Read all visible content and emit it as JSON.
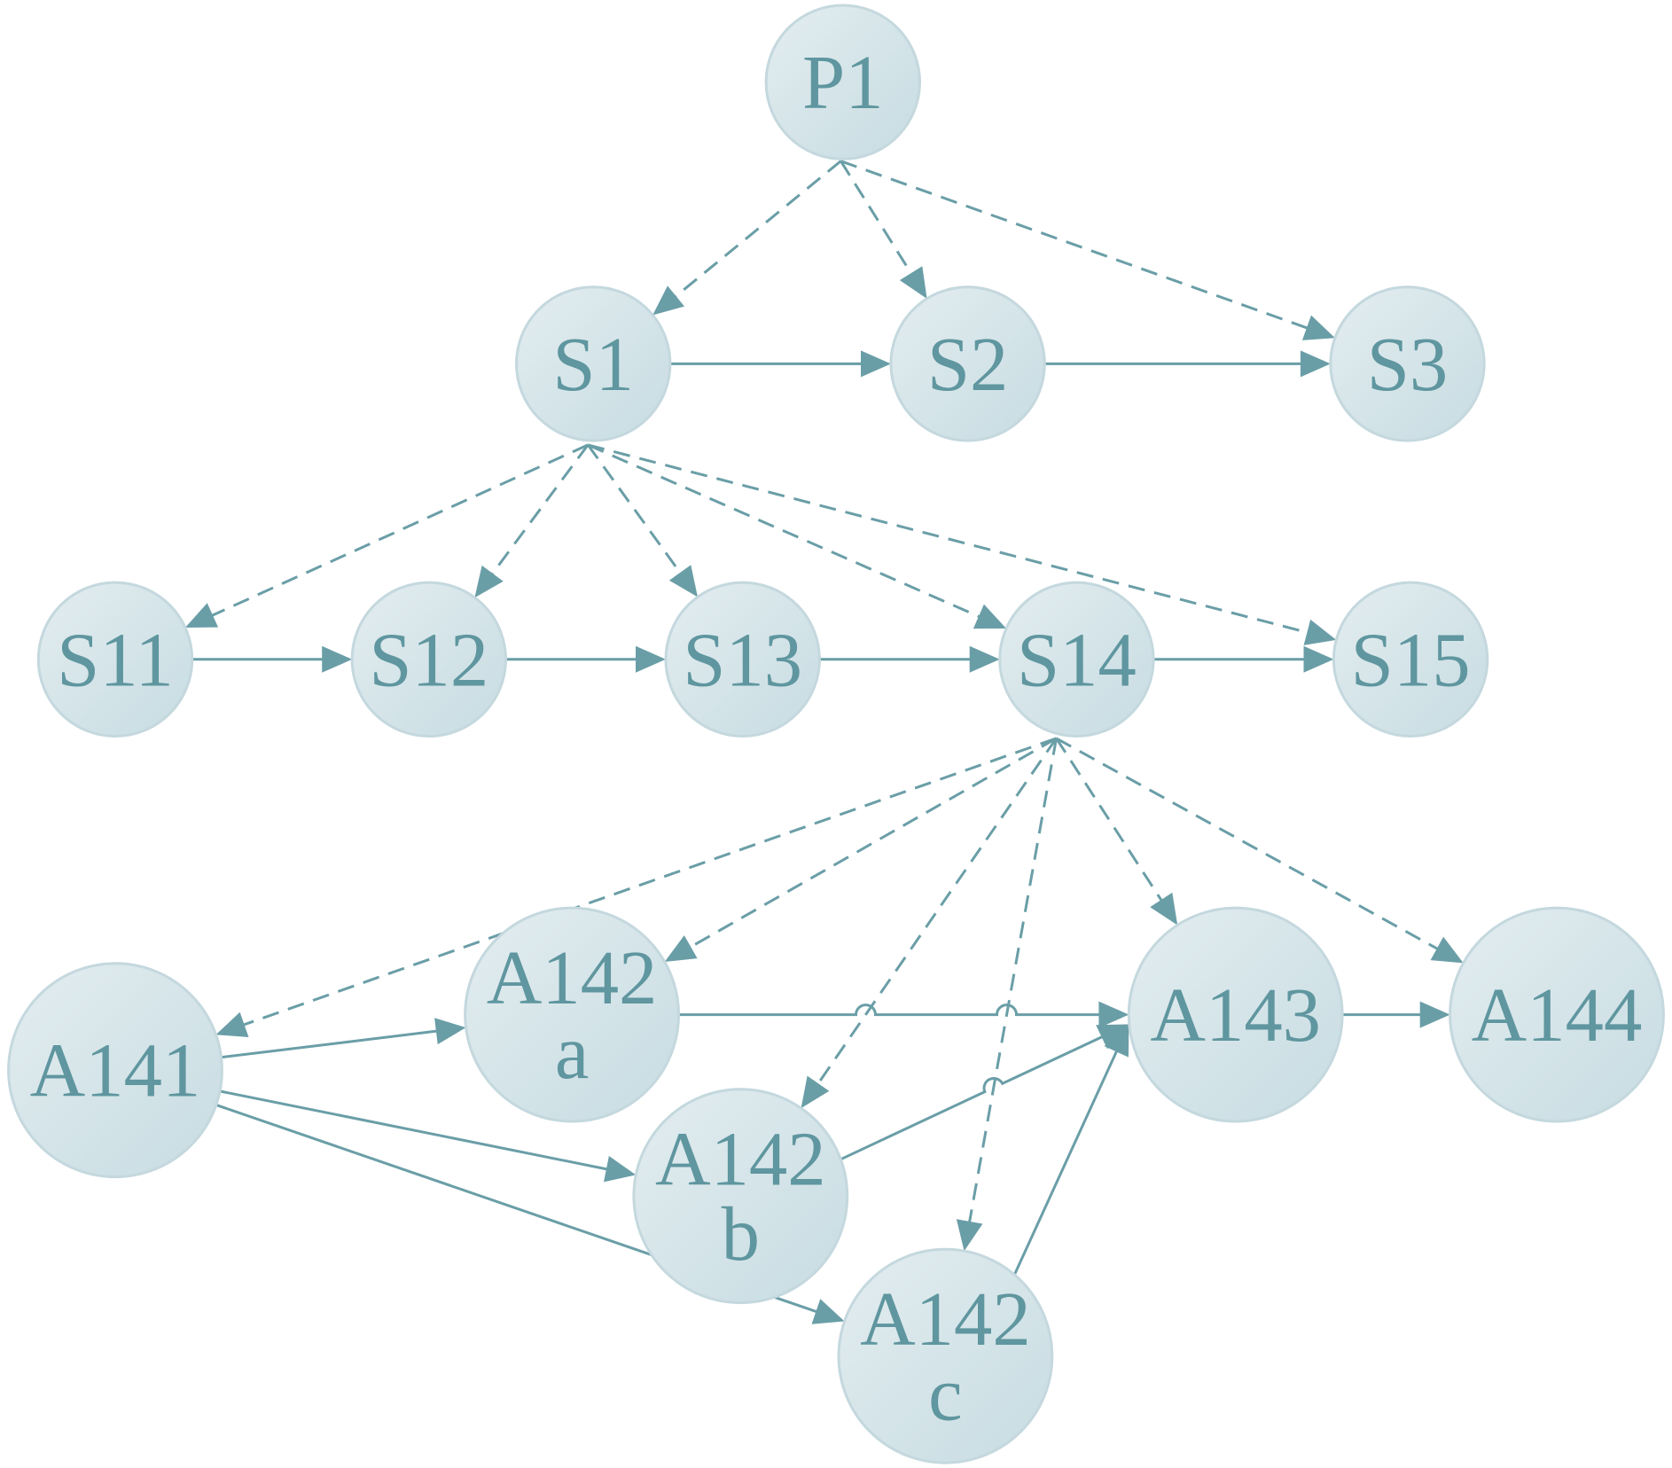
{
  "nodes": [
    {
      "id": "P1",
      "lines": [
        "P1"
      ]
    },
    {
      "id": "S1",
      "lines": [
        "S1"
      ]
    },
    {
      "id": "S2",
      "lines": [
        "S2"
      ]
    },
    {
      "id": "S3",
      "lines": [
        "S3"
      ]
    },
    {
      "id": "S11",
      "lines": [
        "S11"
      ]
    },
    {
      "id": "S12",
      "lines": [
        "S12"
      ]
    },
    {
      "id": "S13",
      "lines": [
        "S13"
      ]
    },
    {
      "id": "S14",
      "lines": [
        "S14"
      ]
    },
    {
      "id": "S15",
      "lines": [
        "S15"
      ]
    },
    {
      "id": "A141",
      "lines": [
        "A141"
      ]
    },
    {
      "id": "A142a",
      "lines": [
        "A142",
        "a"
      ]
    },
    {
      "id": "A142b",
      "lines": [
        "A142",
        "b"
      ]
    },
    {
      "id": "A142c",
      "lines": [
        "A142",
        "c"
      ]
    },
    {
      "id": "A143",
      "lines": [
        "A143"
      ]
    },
    {
      "id": "A144",
      "lines": [
        "A144"
      ]
    }
  ],
  "edges": [
    {
      "from": "P1",
      "to": "S1",
      "style": "dashed"
    },
    {
      "from": "P1",
      "to": "S2",
      "style": "dashed"
    },
    {
      "from": "P1",
      "to": "S3",
      "style": "dashed"
    },
    {
      "from": "S1",
      "to": "S2",
      "style": "solid"
    },
    {
      "from": "S2",
      "to": "S3",
      "style": "solid"
    },
    {
      "from": "S1",
      "to": "S11",
      "style": "dashed"
    },
    {
      "from": "S1",
      "to": "S12",
      "style": "dashed"
    },
    {
      "from": "S1",
      "to": "S13",
      "style": "dashed"
    },
    {
      "from": "S1",
      "to": "S14",
      "style": "dashed"
    },
    {
      "from": "S1",
      "to": "S15",
      "style": "dashed"
    },
    {
      "from": "S11",
      "to": "S12",
      "style": "solid"
    },
    {
      "from": "S12",
      "to": "S13",
      "style": "solid"
    },
    {
      "from": "S13",
      "to": "S14",
      "style": "solid"
    },
    {
      "from": "S14",
      "to": "S15",
      "style": "solid"
    },
    {
      "from": "S14",
      "to": "A141",
      "style": "dashed"
    },
    {
      "from": "S14",
      "to": "A142a",
      "style": "dashed"
    },
    {
      "from": "S14",
      "to": "A142b",
      "style": "dashed"
    },
    {
      "from": "S14",
      "to": "A142c",
      "style": "dashed"
    },
    {
      "from": "S14",
      "to": "A143",
      "style": "dashed"
    },
    {
      "from": "S14",
      "to": "A144",
      "style": "dashed"
    },
    {
      "from": "A141",
      "to": "A142a",
      "style": "solid"
    },
    {
      "from": "A141",
      "to": "A142b",
      "style": "solid"
    },
    {
      "from": "A141",
      "to": "A142c",
      "style": "solid"
    },
    {
      "from": "A142a",
      "to": "A143",
      "style": "solid"
    },
    {
      "from": "A142b",
      "to": "A143",
      "style": "solid"
    },
    {
      "from": "A142c",
      "to": "A143",
      "style": "solid"
    },
    {
      "from": "A143",
      "to": "A144",
      "style": "solid"
    }
  ],
  "colors": {
    "edge": "#6a9ea7",
    "node_fill_light": "#e3edf0",
    "node_fill_dark": "#c7dce2",
    "node_stroke": "#c4d8de",
    "label": "#5f969f"
  }
}
